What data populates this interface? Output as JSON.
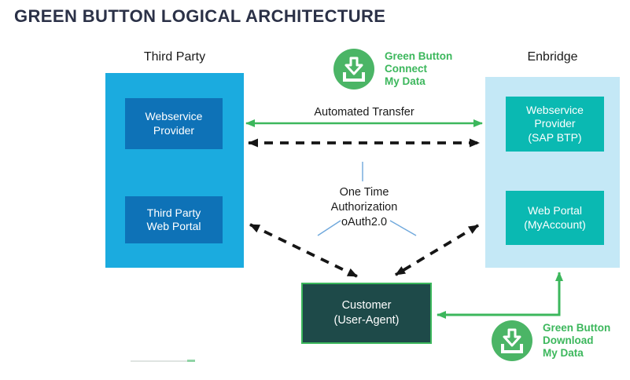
{
  "title": "GREEN BUTTON LOGICAL ARCHITECTURE",
  "third_party": {
    "label": "Third Party",
    "webservice_provider": "Webservice\nProvider",
    "web_portal": "Third Party\nWeb Portal"
  },
  "enbridge": {
    "label": "Enbridge",
    "webservice_provider": "Webservice\nProvider\n(SAP BTP)",
    "web_portal": "Web Portal\n(MyAccount)"
  },
  "customer": {
    "label": "Customer\n(User-Agent)"
  },
  "connections": {
    "automated_transfer": "Automated Transfer",
    "one_time_auth": "One Time\nAuthorization\noAuth2.0"
  },
  "badges": {
    "connect": "Green Button\nConnect\nMy Data",
    "download": "Green Button\nDownload\nMy Data"
  },
  "colors": {
    "title_text": "#2b3147",
    "third_party_outer": "#1babdf",
    "third_party_inner": "#0e72b7",
    "enbridge_outer": "#c4e8f6",
    "enbridge_inner": "#0ab9b2",
    "customer_fill": "#1e4a49",
    "green_accent": "#3cb75c",
    "icon_green": "#4bb566",
    "black_arrow": "#151515",
    "blue_leader": "#6fa8dc",
    "node_text": "#ffffff",
    "label_text": "#1a1a1a"
  }
}
